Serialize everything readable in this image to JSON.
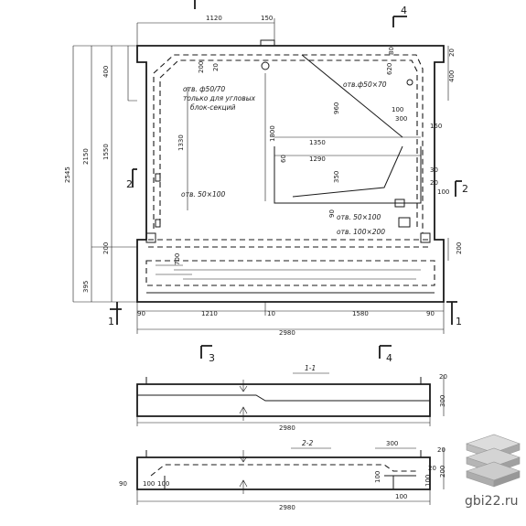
{
  "elevation": {
    "top_dims": {
      "d1120": "1120",
      "d150": "150"
    },
    "left_dims": {
      "d2545": "2545",
      "d2150": "2150",
      "d1550": "1550",
      "d400": "400",
      "d200": "200",
      "d395": "395"
    },
    "inner_dims": {
      "d1330": "1330",
      "d200": "200",
      "d20": "20",
      "d1800": "1800",
      "d960": "960",
      "d1350": "1350",
      "d1290": "1290",
      "d60": "60",
      "d350": "350",
      "d90": "90",
      "d620": "620",
      "d100": "100",
      "d300": "300",
      "d150": "150",
      "d30": "30",
      "d20b": "20",
      "d80": "80"
    },
    "right_dims": {
      "d400": "400",
      "d20": "20",
      "d30": "30",
      "d100": "100",
      "d200": "200",
      "d150": "150"
    },
    "bottom_dims": {
      "d90a": "90",
      "d1210": "1210",
      "d10": "10",
      "d1580": "1580",
      "d90b": "90",
      "d2980": "2980",
      "d700": "700"
    },
    "notes": {
      "hole_50x70_left": "отв. ф50/70",
      "corner_only_1": "только для угловых",
      "corner_only_2": "блок-секций",
      "hole_50x70_right": "отв.ф50×70",
      "hole_50x100_left": "отв. 50×100",
      "hole_50x100_right": "отв. 50×100",
      "hole_100x200": "отв. 100×200"
    },
    "section_marks": {
      "s4top": "4",
      "s2left": "2",
      "s2right": "2",
      "s1left": "1",
      "s1right": "1",
      "s3bottom": "3",
      "s4bottom": "4"
    }
  },
  "section_1_1": {
    "title": "1-1",
    "d20": "20",
    "d300": "300",
    "d2980": "2980"
  },
  "section_2_2": {
    "title": "2-2",
    "d300": "300",
    "d20": "20",
    "d200": "200",
    "d100a": "100",
    "d90": "90",
    "d100b": "100",
    "d20b": "20",
    "d100c": "100",
    "d100d": "100",
    "d100e": "100",
    "d2980": "2980"
  },
  "watermark": {
    "text": "gbi22.ru",
    "logo_icon": "stacked-slabs-icon"
  }
}
